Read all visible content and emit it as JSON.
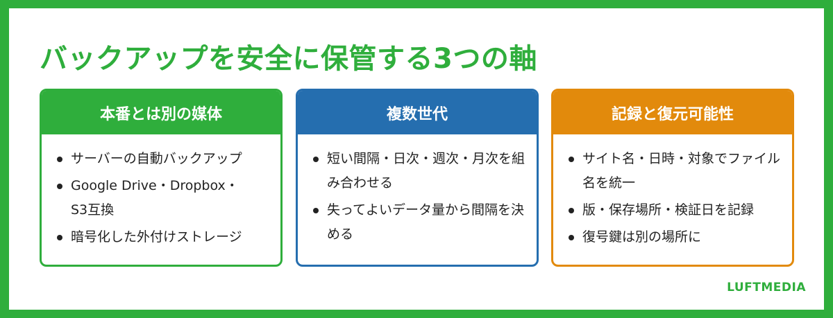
{
  "title": "バックアップを安全に保管する3つの軸",
  "brand": "LUFTMEDIA",
  "colors": {
    "green": "#2fae3c",
    "blue": "#256eaf",
    "orange": "#e28a0c"
  },
  "cards": [
    {
      "header": "本番とは別の媒体",
      "items": [
        "サーバーの自動バックアップ",
        "Google Drive・Dropbox・S3互換",
        "暗号化した外付けストレージ"
      ]
    },
    {
      "header": "複数世代",
      "items": [
        "短い間隔・日次・週次・月次を組み合わせる",
        "失ってよいデータ量から間隔を決める"
      ]
    },
    {
      "header": "記録と復元可能性",
      "items": [
        "サイト名・日時・対象でファイル名を統一",
        "版・保存場所・検証日を記録",
        "復号鍵は別の場所に"
      ]
    }
  ]
}
